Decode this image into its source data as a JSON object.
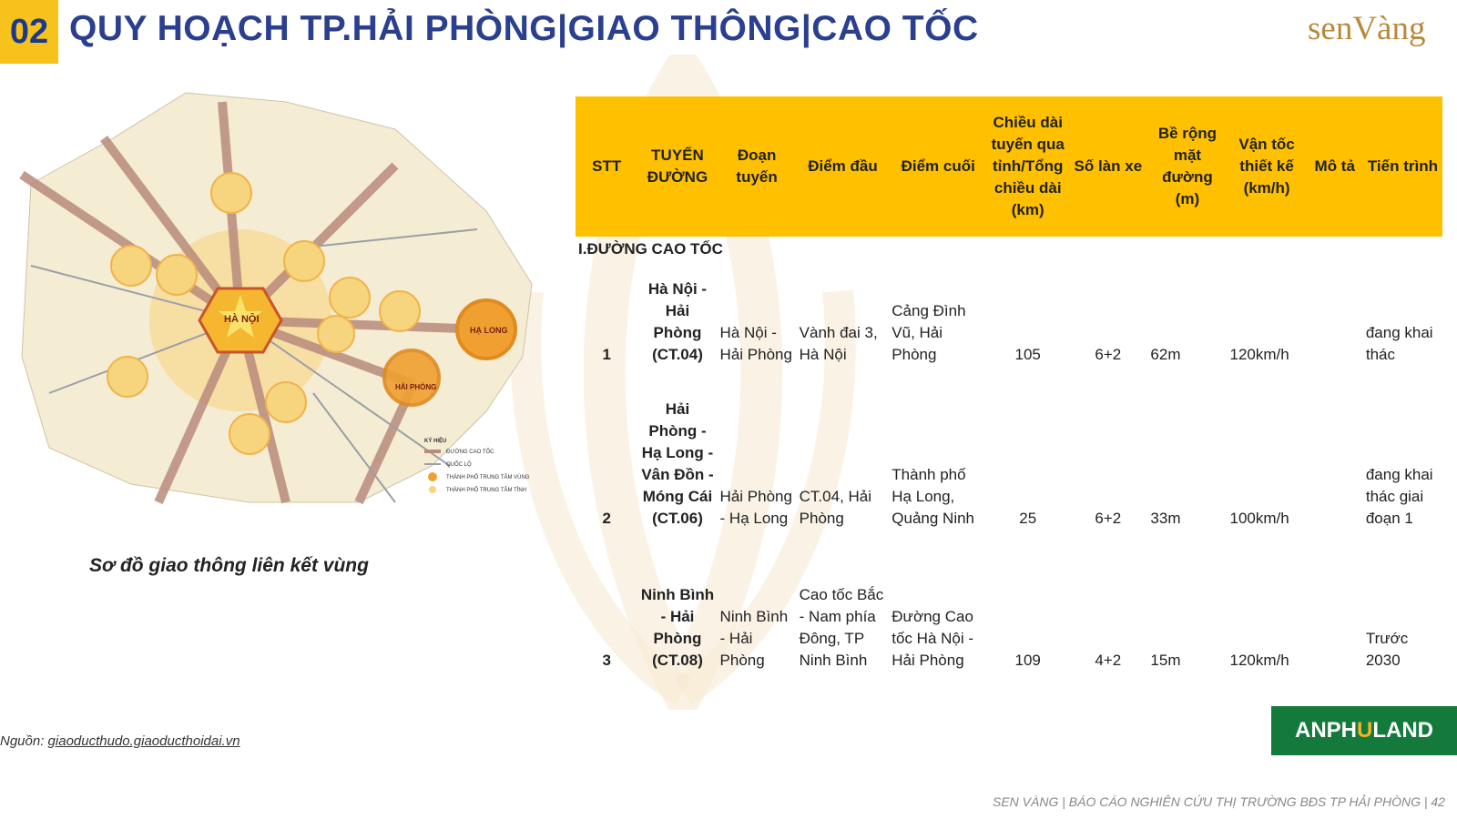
{
  "header": {
    "number": "02",
    "title": "QUY HOẠCH TP.HẢI PHÒNG|GIAO THÔNG|CAO TỐC",
    "brand": "senVàng"
  },
  "map": {
    "caption": "Sơ đồ giao thông liên kết vùng",
    "center_label": "HÀ NỘI",
    "hub_labels": [
      "HẠ LONG",
      "HẢI PHÒNG"
    ],
    "legend_title": "KÝ HIỆU",
    "legend_items": [
      "ĐƯỜNG CAO TỐC",
      "QUỐC LỘ",
      "THÀNH PHỐ TRUNG TÂM VÙNG",
      "THÀNH PHỐ TRUNG TÂM TỈNH"
    ],
    "colors": {
      "road": "#b98b7c",
      "region": "#f5ecd4",
      "hub": "#f0a030",
      "center": "#f5b730"
    }
  },
  "table": {
    "headers": [
      "STT",
      "TUYẾN ĐƯỜNG",
      "Đoạn tuyến",
      "Điểm đầu",
      "Điểm cuối",
      "Chiều dài tuyến qua tỉnh/Tổng chiều dài (km)",
      "Số làn xe",
      "Bề rộng mặt đường (m)",
      "Vận tốc thiết kế (km/h)",
      "Mô tả",
      "Tiến trình"
    ],
    "section": "I.ĐƯỜNG CAO TỐC",
    "rows": [
      {
        "stt": "1",
        "route": "Hà Nội - Hải Phòng (CT.04)",
        "segment": "Hà Nội - Hải Phòng",
        "start": "Vành đai 3, Hà Nội",
        "end": "Cảng Đình Vũ, Hải Phòng",
        "length": "105",
        "lanes": "6+2",
        "width": "62m",
        "speed": "120km/h",
        "desc": "",
        "progress": "đang khai thác"
      },
      {
        "stt": "2",
        "route": "Hải Phòng - Hạ Long - Vân Đồn - Móng Cái (CT.06)",
        "segment": "Hải Phòng - Hạ Long",
        "start": "CT.04, Hải Phòng",
        "end": "Thành phố Hạ Long, Quảng Ninh",
        "length": "25",
        "lanes": "6+2",
        "width": "33m",
        "speed": "100km/h",
        "desc": "",
        "progress": "đang khai thác giai đoạn 1"
      },
      {
        "stt": "3",
        "route": "Ninh Bình - Hải Phòng (CT.08)",
        "segment": "Ninh Bình - Hải Phòng",
        "start": "Cao tốc Bắc - Nam phía Đông, TP Ninh Bình",
        "end": "Đường Cao tốc Hà Nội - Hải Phòng",
        "length": "109",
        "lanes": "4+2",
        "width": "15m",
        "speed": "120km/h",
        "desc": "",
        "progress": "Trước 2030"
      }
    ],
    "header_color": "#ffc000"
  },
  "source": {
    "label": "Nguồn:",
    "link": "giaoducthudo.giaoducthoidai.vn"
  },
  "logo": {
    "text_left": "ANPH",
    "text_u": "U",
    "text_right": "LAND"
  },
  "footer": "SEN VÀNG | BÁO CÁO NGHIÊN CỨU THỊ TRƯỜNG BĐS TP HẢI PHÒNG | 42"
}
